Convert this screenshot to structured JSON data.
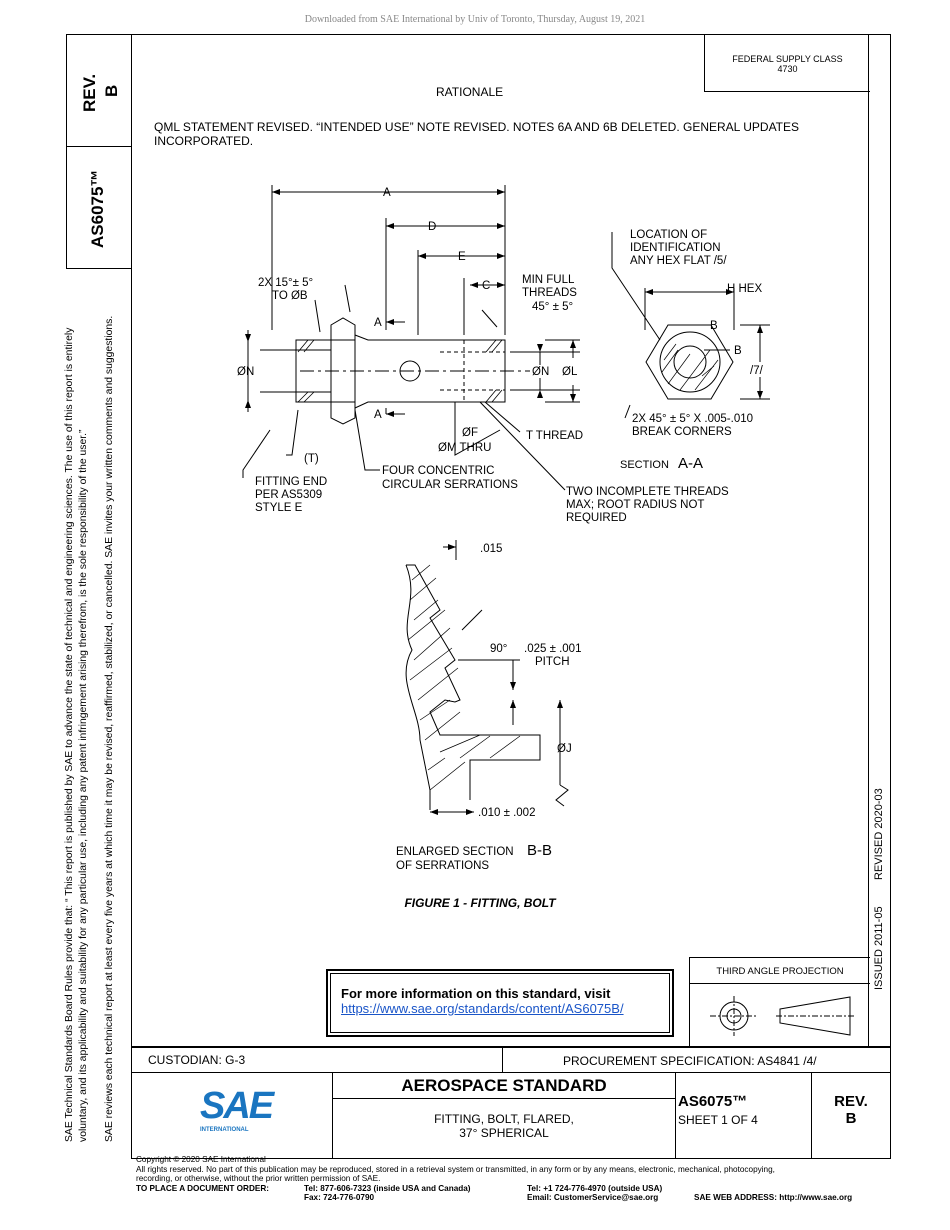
{
  "download_note": "Downloaded from SAE International by Univ of Toronto, Thursday, August 19, 2021",
  "left_strip": {
    "rev_label": "REV.",
    "rev_value": "B",
    "doc_number": "AS6075™"
  },
  "disclaimer_line1": "SAE Technical Standards Board Rules provide that: “  This report is published by SAE to advance the state of technical and engineering sciences. The use of this report is entirely",
  "disclaimer_line2": "voluntary, and its applicability and suitability for any particular use, including any patent infringement arising therefrom, is the sole responsibility of the user.”",
  "disclaimer_line3": "SAE reviews each technical report at least every five years at which time it may be revised, reaffirmed, stabilized, or cancelled. SAE invites your written comments and suggestions.",
  "federal_supply": {
    "label": "FEDERAL SUPPLY CLASS",
    "value": "4730"
  },
  "rationale": {
    "title": "RATIONALE",
    "text": "QML STATEMENT REVISED. “INTENDED USE” NOTE REVISED. NOTES 6A AND 6B DELETED. GENERAL UPDATES INCORPORATED."
  },
  "right_strip": {
    "issued": "ISSUED 2011-05",
    "revised": "REVISED 2020-03"
  },
  "drawing": {
    "dim_A": "A",
    "dim_D": "D",
    "dim_E": "E",
    "dim_C": "C",
    "chamfer_note_1": "2X 15°± 5°",
    "chamfer_note_2": "TO ØB",
    "min_threads_1": "MIN FULL",
    "min_threads_2": "THREADS",
    "min_threads_3": "45° ± 5°",
    "section_A_top": "A",
    "section_A_bottom": "A",
    "phi_N_left": "ØN",
    "phi_N_right": "ØN",
    "phi_L": "ØL",
    "phi_F": "ØF",
    "phi_M": "ØM THRU",
    "t_thread": "T THREAD",
    "T_paren": "(T)",
    "fitting_end_1": "FITTING END",
    "fitting_end_2": "PER AS5309",
    "fitting_end_3": "STYLE E",
    "serrations_1": "FOUR CONCENTRIC",
    "serrations_2": "CIRCULAR SERRATIONS",
    "incomplete_1": "TWO INCOMPLETE THREADS",
    "incomplete_2": "MAX; ROOT RADIUS NOT",
    "incomplete_3": "REQUIRED",
    "location_1": "LOCATION OF",
    "location_2": "IDENTIFICATION",
    "location_3": "ANY HEX FLAT /5/",
    "h_hex": "H HEX",
    "b1": "B",
    "b2": "B",
    "note7": "/7/",
    "break_1": "2X 45° ± 5° X .005-.010",
    "break_2": "BREAK CORNERS",
    "section_aa_prefix": "SECTION",
    "section_aa": "A-A",
    "d015": ".015",
    "angle90": "90°",
    "pitch_1": ".025 ± .001",
    "pitch_2": "PITCH",
    "phi_J": "ØJ",
    "d010": ".010 ± .002",
    "enlarged_1": "ENLARGED SECTION",
    "enlarged_2": "OF SERRATIONS",
    "section_bb": "B-B"
  },
  "figure_caption": "FIGURE 1 - FITTING, BOLT",
  "info": {
    "heading": "For more information on this standard, visit",
    "link": "https://www.sae.org/standards/content/AS6075B/"
  },
  "projection_label": "THIRD ANGLE PROJECTION",
  "title_block": {
    "custodian": "CUSTODIAN: G-3",
    "procurement": "PROCUREMENT SPECIFICATION: AS4841 /4/",
    "logo_text": "SAE",
    "logo_sub": "INTERNATIONAL",
    "standard_title": "AEROSPACE STANDARD",
    "part_line1": "FITTING, BOLT, FLARED,",
    "part_line2": "37° SPHERICAL",
    "doc_number": "AS6075™",
    "sheet": "SHEET 1 OF 4",
    "rev_label": "REV.",
    "rev_value": "B"
  },
  "footer": {
    "copyright": "Copyright © 2020 SAE International",
    "rights": "All rights reserved. No part of this publication may be reproduced, stored in a retrieval system or transmitted, in any form or by any means, electronic, mechanical, photocopying,",
    "rights2": "recording, or otherwise, without the prior written permission of SAE.",
    "order_label": "TO PLACE A DOCUMENT ORDER:",
    "tel_usa": "Tel: 877-606-7323 (inside USA and Canada)",
    "fax": "Fax: 724-776-0790",
    "tel_out": "Tel: +1 724-776-4970 (outside USA)",
    "email": "Email: CustomerService@sae.org",
    "web": "SAE WEB ADDRESS: http://www.sae.org"
  },
  "colors": {
    "logo_blue": "#1a75c0",
    "link": "#1a55c8"
  }
}
